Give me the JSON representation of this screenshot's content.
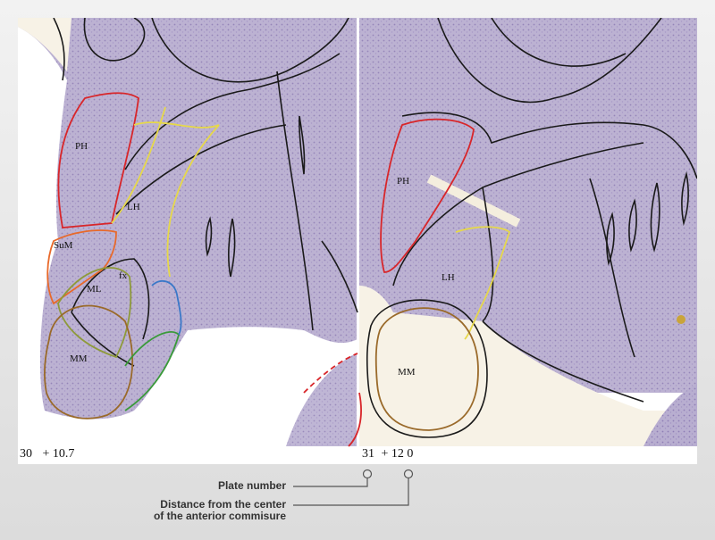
{
  "plates": [
    {
      "number": "30",
      "distance": "+ 10.7"
    },
    {
      "number": "31",
      "distance": "+ 12 0"
    }
  ],
  "regions_left": [
    "PH",
    "LH",
    "SuM",
    "fx",
    "ML",
    "MM"
  ],
  "regions_right": [
    "PH",
    "LH",
    "MM"
  ],
  "legend": {
    "plate_number": "Plate number",
    "distance_line1": "Distance from the center",
    "distance_line2": "of the anterior commisure"
  },
  "colors": {
    "tissue": "#b8aed0",
    "outline": "#1a1a1a",
    "PH": "#d8262a",
    "LH": "#e6d84a",
    "SuM": "#e8692a",
    "ML": "#8e9a3a",
    "MM": "#9a6a2a",
    "green": "#3a9a3a",
    "blue": "#3a78c8"
  }
}
